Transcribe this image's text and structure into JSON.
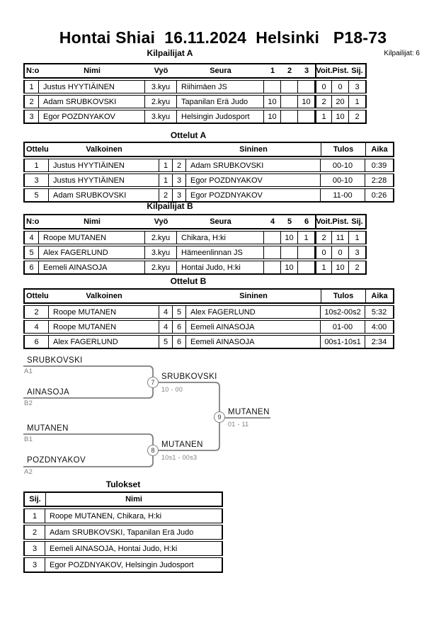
{
  "header": {
    "title": "Hontai Shiai  16.11.2024  Helsinki   P18-73",
    "count_label": "Kilpailijat: 6"
  },
  "colors": {
    "text": "#000000",
    "muted": "#7f7f7f",
    "bracket_line": "#7f7f7f",
    "background": "#ffffff"
  },
  "pool_a": {
    "title": "Kilpailijat A",
    "h": {
      "no": "N:o",
      "name": "Nimi",
      "belt": "Vyö",
      "club": "Seura",
      "c1": "1",
      "c2": "2",
      "c3": "3",
      "wins": "Voit.",
      "pts": "Pist.",
      "place": "Sij."
    },
    "rows": [
      {
        "no": "1",
        "name": "Justus HYYTIÄINEN",
        "belt": "3.kyu",
        "club": "Riihimäen JS",
        "m1": "",
        "m2": "",
        "m3": "",
        "wins": "0",
        "pts": "0",
        "place": "3"
      },
      {
        "no": "2",
        "name": "Adam SRUBKOVSKI",
        "belt": "2.kyu",
        "club": "Tapanilan Erä Judo",
        "m1": "10",
        "m2": "",
        "m3": "10",
        "wins": "2",
        "pts": "20",
        "place": "1"
      },
      {
        "no": "3",
        "name": "Egor POZDNYAKOV",
        "belt": "3.kyu",
        "club": "Helsingin Judosport",
        "m1": "10",
        "m2": "",
        "m3": "",
        "wins": "1",
        "pts": "10",
        "place": "2"
      }
    ]
  },
  "matches_a": {
    "title": "Ottelut A",
    "h": {
      "match": "Ottelu",
      "white": "Valkoinen",
      "blue": "Sininen",
      "result": "Tulos",
      "time": "Aika"
    },
    "rows": [
      {
        "match": "1",
        "white": "Justus HYYTIÄINEN",
        "wno": "1",
        "bno": "2",
        "blue": "Adam SRUBKOVSKI",
        "result": "00-10",
        "time": "0:39"
      },
      {
        "match": "3",
        "white": "Justus HYYTIÄINEN",
        "wno": "1",
        "bno": "3",
        "blue": "Egor POZDNYAKOV",
        "result": "00-10",
        "time": "2:28"
      },
      {
        "match": "5",
        "white": "Adam SRUBKOVSKI",
        "wno": "2",
        "bno": "3",
        "blue": "Egor POZDNYAKOV",
        "result": "11-00",
        "time": "0:26"
      }
    ]
  },
  "pool_b": {
    "title": "Kilpailijat B",
    "h": {
      "no": "N:o",
      "name": "Nimi",
      "belt": "Vyö",
      "club": "Seura",
      "c1": "4",
      "c2": "5",
      "c3": "6",
      "wins": "Voit.",
      "pts": "Pist.",
      "place": "Sij."
    },
    "rows": [
      {
        "no": "4",
        "name": "Roope MUTANEN",
        "belt": "2.kyu",
        "club": "Chikara, H:ki",
        "m1": "",
        "m2": "10",
        "m3": "1",
        "wins": "2",
        "pts": "11",
        "place": "1"
      },
      {
        "no": "5",
        "name": "Alex FAGERLUND",
        "belt": "3.kyu",
        "club": "Hämeenlinnan JS",
        "m1": "",
        "m2": "",
        "m3": "",
        "wins": "0",
        "pts": "0",
        "place": "3"
      },
      {
        "no": "6",
        "name": "Eemeli AINASOJA",
        "belt": "2.kyu",
        "club": "Hontai Judo, H:ki",
        "m1": "",
        "m2": "10",
        "m3": "",
        "wins": "1",
        "pts": "10",
        "place": "2"
      }
    ]
  },
  "matches_b": {
    "title": "Ottelut B",
    "h": {
      "match": "Ottelu",
      "white": "Valkoinen",
      "blue": "Sininen",
      "result": "Tulos",
      "time": "Aika"
    },
    "rows": [
      {
        "match": "2",
        "white": "Roope MUTANEN",
        "wno": "4",
        "bno": "5",
        "blue": "Alex FAGERLUND",
        "result": "10s2-00s2",
        "time": "5:32"
      },
      {
        "match": "4",
        "white": "Roope MUTANEN",
        "wno": "4",
        "bno": "6",
        "blue": "Eemeli AINASOJA",
        "result": "01-00",
        "time": "4:00"
      },
      {
        "match": "6",
        "white": "Alex FAGERLUND",
        "wno": "5",
        "bno": "6",
        "blue": "Eemeli AINASOJA",
        "result": "00s1-10s1",
        "time": "2:34"
      }
    ]
  },
  "bracket": {
    "semi1": {
      "top_name": "SRUBKOVSKI",
      "top_seed": "A1",
      "bottom_name": "AINASOJA",
      "bottom_seed": "B2",
      "no": "7",
      "winner": "SRUBKOVSKI",
      "score": "10 - 00"
    },
    "semi2": {
      "top_name": "MUTANEN",
      "top_seed": "B1",
      "bottom_name": "POZDNYAKOV",
      "bottom_seed": "A2",
      "no": "8",
      "winner": "MUTANEN",
      "score": "10s1 - 00s3"
    },
    "final": {
      "no": "9",
      "winner": "MUTANEN",
      "score": "01 - 11"
    }
  },
  "results": {
    "title": "Tulokset",
    "h": {
      "place": "Sij.",
      "name": "Nimi"
    },
    "rows": [
      {
        "place": "1",
        "name": "Roope MUTANEN, Chikara, H:ki"
      },
      {
        "place": "2",
        "name": "Adam SRUBKOVSKI, Tapanilan Erä Judo"
      },
      {
        "place": "3",
        "name": "Eemeli AINASOJA, Hontai Judo, H:ki"
      },
      {
        "place": "3",
        "name": "Egor POZDNYAKOV, Helsingin Judosport"
      }
    ]
  }
}
